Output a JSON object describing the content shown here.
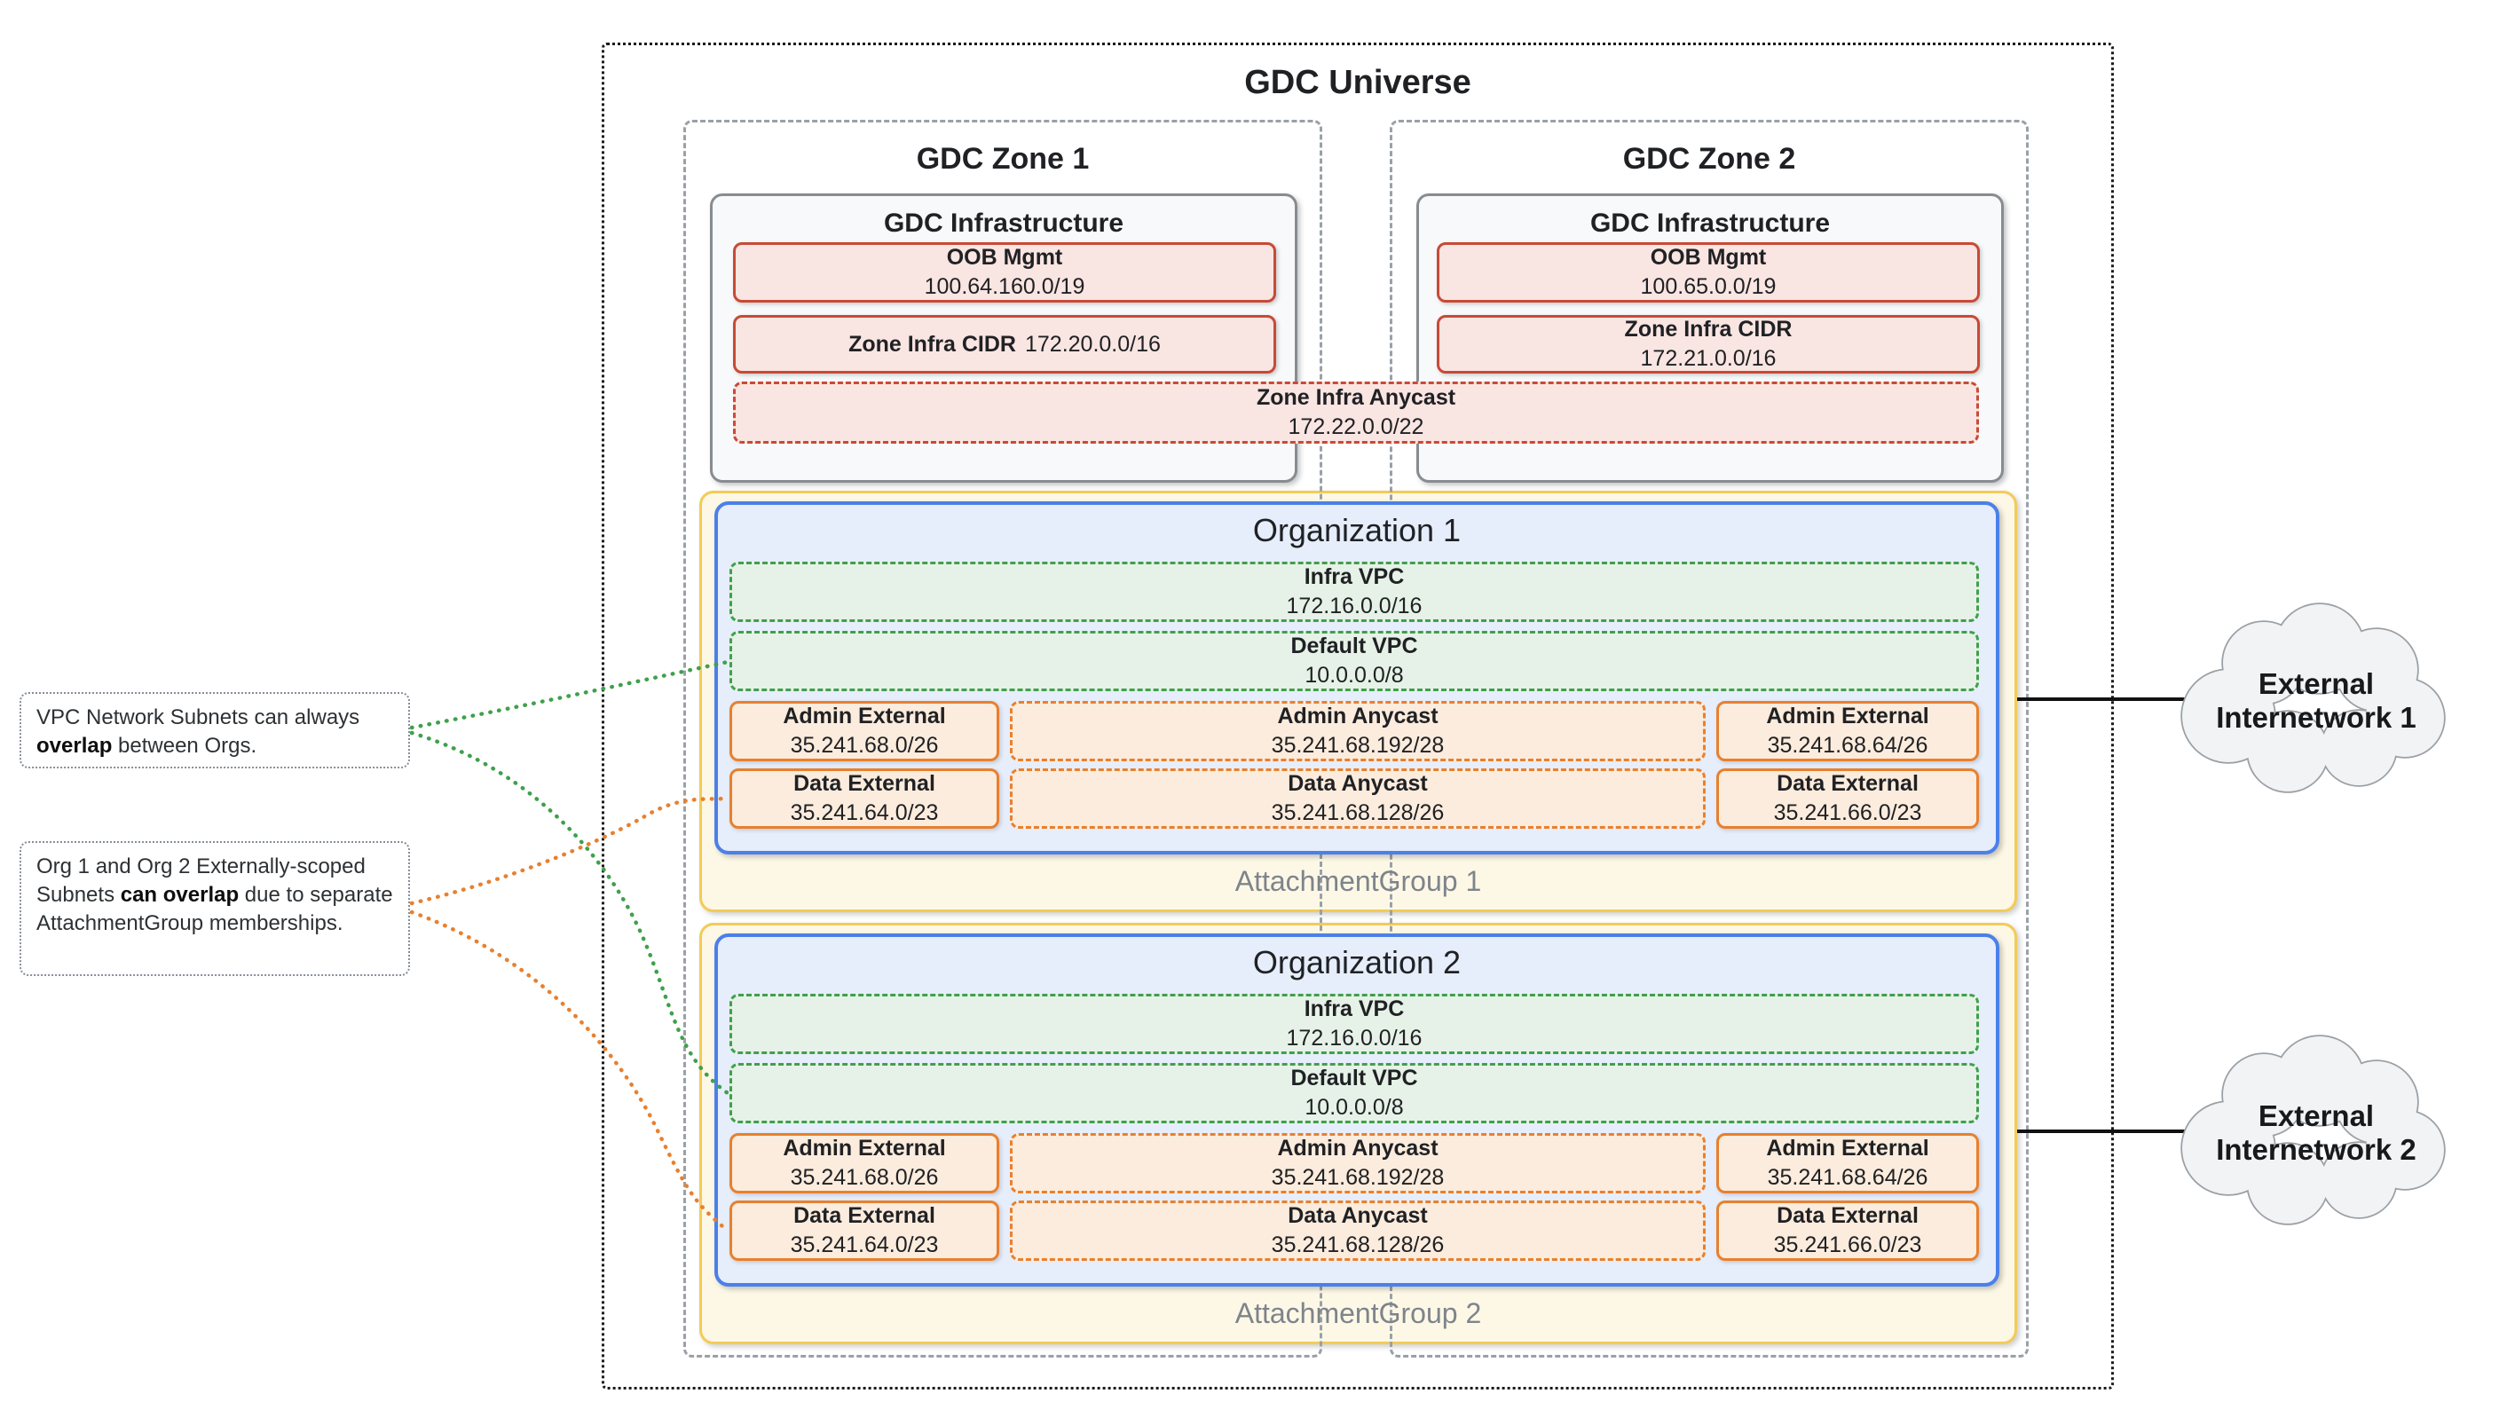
{
  "universe": {
    "title": "GDC Universe"
  },
  "zones": [
    {
      "title": "GDC Zone 1",
      "infra_title": "GDC Infrastructure",
      "oob": {
        "label": "OOB Mgmt",
        "value": "100.64.160.0/19"
      },
      "zone_cidr": {
        "label": "Zone Infra CIDR",
        "value": "172.20.0.0/16"
      }
    },
    {
      "title": "GDC Zone 2",
      "infra_title": "GDC Infrastructure",
      "oob": {
        "label": "OOB Mgmt",
        "value": "100.65.0.0/19"
      },
      "zone_cidr": {
        "label": "Zone Infra CIDR",
        "value": "172.21.0.0/16"
      }
    }
  ],
  "zone_anycast": {
    "label": "Zone Infra Anycast",
    "value": "172.22.0.0/22"
  },
  "organizations": [
    {
      "title": "Organization 1",
      "attachment_group": "AttachmentGroup 1",
      "infra_vpc": {
        "label": "Infra VPC",
        "value": "172.16.0.0/16"
      },
      "default_vpc": {
        "label": "Default VPC",
        "value": "10.0.0.0/8"
      },
      "subnets": {
        "admin_external_left": {
          "label": "Admin External",
          "value": "35.241.68.0/26"
        },
        "admin_anycast": {
          "label": "Admin Anycast",
          "value": "35.241.68.192/28"
        },
        "admin_external_right": {
          "label": "Admin External",
          "value": "35.241.68.64/26"
        },
        "data_external_left": {
          "label": "Data External",
          "value": "35.241.64.0/23"
        },
        "data_anycast": {
          "label": "Data Anycast",
          "value": "35.241.68.128/26"
        },
        "data_external_right": {
          "label": "Data External",
          "value": "35.241.66.0/23"
        }
      }
    },
    {
      "title": "Organization 2",
      "attachment_group": "AttachmentGroup 2",
      "infra_vpc": {
        "label": "Infra VPC",
        "value": "172.16.0.0/16"
      },
      "default_vpc": {
        "label": "Default VPC",
        "value": "10.0.0.0/8"
      },
      "subnets": {
        "admin_external_left": {
          "label": "Admin External",
          "value": "35.241.68.0/26"
        },
        "admin_anycast": {
          "label": "Admin Anycast",
          "value": "35.241.68.192/28"
        },
        "admin_external_right": {
          "label": "Admin External",
          "value": "35.241.68.64/26"
        },
        "data_external_left": {
          "label": "Data External",
          "value": "35.241.64.0/23"
        },
        "data_anycast": {
          "label": "Data Anycast",
          "value": "35.241.68.128/26"
        },
        "data_external_right": {
          "label": "Data External",
          "value": "35.241.66.0/23"
        }
      }
    }
  ],
  "clouds": [
    {
      "line1": "External",
      "line2": "Internetwork 1"
    },
    {
      "line1": "External",
      "line2": "Internetwork 2"
    }
  ],
  "notes": [
    {
      "before": "VPC Network Subnets can always ",
      "bold": "overlap",
      "after": " between Orgs."
    },
    {
      "before": "Org 1 and Org 2 Externally-scoped Subnets ",
      "bold": "can overlap",
      "after": " due to separate AttachmentGroup memberships."
    }
  ],
  "palette": {
    "red_border": "#c84a36",
    "red_fill": "#f9e5e2",
    "green_border": "#3fa04c",
    "green_fill": "#e6f2e7",
    "blue_border": "#4b80e8",
    "blue_fill": "#e6edfb",
    "yellow_border": "#f3cb56",
    "yellow_fill": "#fdf8e6",
    "orange_border": "#e8802e",
    "orange_fill": "#fbecdd",
    "zone_border": "#9aa0a6",
    "infra_fill": "#f8f9fa",
    "infra_border": "#888c90",
    "cloud_fill": "#f1f3f4",
    "cloud_border": "#9aa0a6",
    "note_border": "#878e99",
    "text_dark": "#202124",
    "text_gray": "#7e848b"
  }
}
